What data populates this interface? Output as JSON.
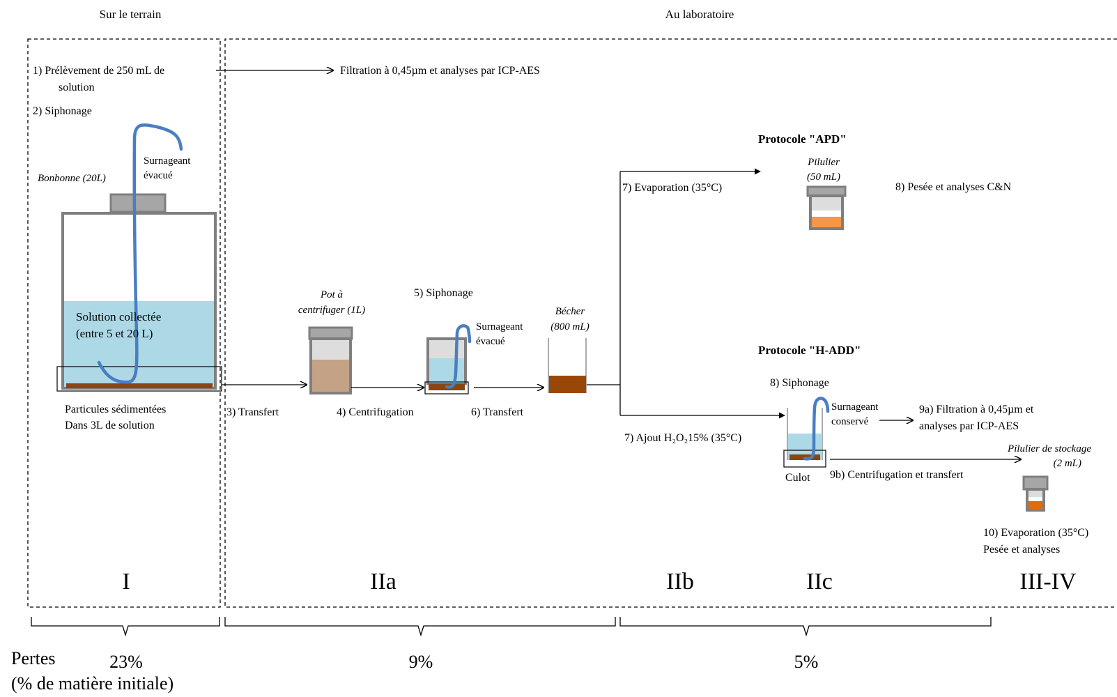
{
  "headers": {
    "field": "Sur le terrain",
    "lab": "Au laboratoire"
  },
  "step1": {
    "line1": "1) Prélèvement de 250 mL de",
    "line2": "solution",
    "filtration": "Filtration à 0,45µm et analyses par ICP-AES"
  },
  "step2": "2) Siphonage",
  "bonbonne": {
    "label": "Bonbonne (20L)",
    "surnageant_line1": "Surnageant",
    "surnageant_line2": "évacué",
    "solution_line1": "Solution collectée",
    "solution_line2": "(entre 5 et 20 L)",
    "particules_line1": "Particules sédimentées",
    "particules_line2": "Dans 3L de solution"
  },
  "step3": "3) Transfert",
  "pot": {
    "label_line1": "Pot à",
    "label_line2": "centrifuger (1L)"
  },
  "step4": "4) Centrifugation",
  "step5": "5) Siphonage",
  "surnageant2": {
    "line1": "Surnageant",
    "line2": "évacué"
  },
  "step6": "6) Transfert",
  "becher": {
    "line1": "Bécher",
    "line2": "(800 mL)"
  },
  "apd": {
    "title": "Protocole \"APD\"",
    "step7": "7) Evaporation (35°C)",
    "pilulier_line1": "Pilulier",
    "pilulier_line2": "(50 mL)",
    "step8": "8) Pesée et analyses C&N"
  },
  "hadd": {
    "title": "Protocole \"H-ADD\"",
    "step7": "7) Ajout H₂O₂15% (35°C)",
    "step8": "8) Siphonage",
    "surnageant_line1": "Surnageant",
    "surnageant_line2": "conservé",
    "step9a_line1": "9a) Filtration à 0,45µm et",
    "step9a_line2": "analyses par ICP-AES",
    "culot": "Culot",
    "step9b": "9b) Centrifugation et transfert",
    "stockage_line1": "Pilulier de stockage",
    "stockage_line2": "(2 mL)",
    "step10_line1": "10) Evaporation (35°C)",
    "step10_line2": "Pesée et analyses"
  },
  "stages": [
    "I",
    "IIa",
    "IIb",
    "IIc",
    "III-IV"
  ],
  "losses": {
    "label_line1": "Pertes",
    "label_line2": "(% de matière initiale)",
    "values": [
      "23%",
      "9%",
      "5%"
    ]
  },
  "colors": {
    "pipe": "#4a7ec2",
    "solution": "#add8e6",
    "sediment": "#8b4513",
    "sample_orange": "#f79646",
    "cap_gray": "#a6a6a6",
    "container_gray": "#7f7f7f"
  }
}
